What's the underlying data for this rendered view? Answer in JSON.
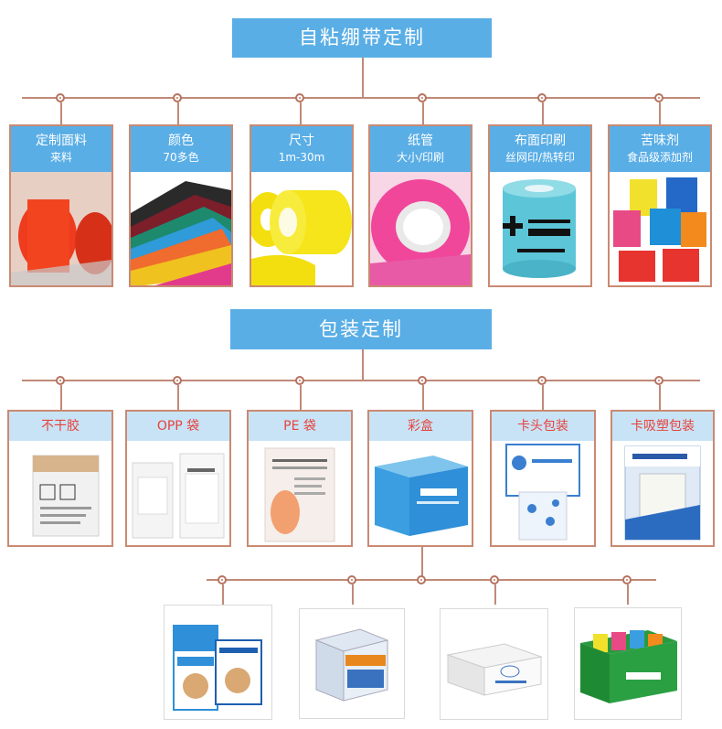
{
  "section1": {
    "title": "自粘绷带定制",
    "cards": [
      {
        "title": "定制面料",
        "sub": "来料",
        "icon": "red-bandage-roll-icon"
      },
      {
        "title": "颜色",
        "sub": "70多色",
        "icon": "fabric-swatches-icon"
      },
      {
        "title": "尺寸",
        "sub": "1m-30m",
        "icon": "yellow-tape-rolls-icon"
      },
      {
        "title": "纸管",
        "sub": "大小/印刷",
        "icon": "pink-roll-paper-core-icon"
      },
      {
        "title": "布面印刷",
        "sub": "丝网印/热转印",
        "icon": "printed-blue-roll-icon"
      },
      {
        "title": "苦味剂",
        "sub": "食品级添加剂",
        "icon": "colorful-rolls-icon"
      }
    ]
  },
  "section2": {
    "title": "包装定制",
    "cards": [
      {
        "title": "不干胶",
        "icon": "sticker-wrapped-roll-icon"
      },
      {
        "title": "OPP 袋",
        "icon": "opp-bag-rolls-icon"
      },
      {
        "title": "PE 袋",
        "icon": "pe-bag-roll-icon"
      },
      {
        "title": "彩盒",
        "icon": "color-box-icon"
      },
      {
        "title": "卡头包装",
        "icon": "header-card-pack-icon"
      },
      {
        "title": "卡吸塑包装",
        "icon": "blister-card-pack-icon"
      }
    ],
    "products": [
      {
        "icon": "cohesive-bandage-boxes-icon"
      },
      {
        "icon": "sport-tex-cube-box-icon"
      },
      {
        "icon": "white-carton-box-icon"
      },
      {
        "icon": "display-box-rolls-icon"
      }
    ]
  },
  "colors": {
    "accent": "#5aaee6",
    "line": "#c08a77",
    "card_border": "#c98a72",
    "label_red": "#e6433c"
  }
}
